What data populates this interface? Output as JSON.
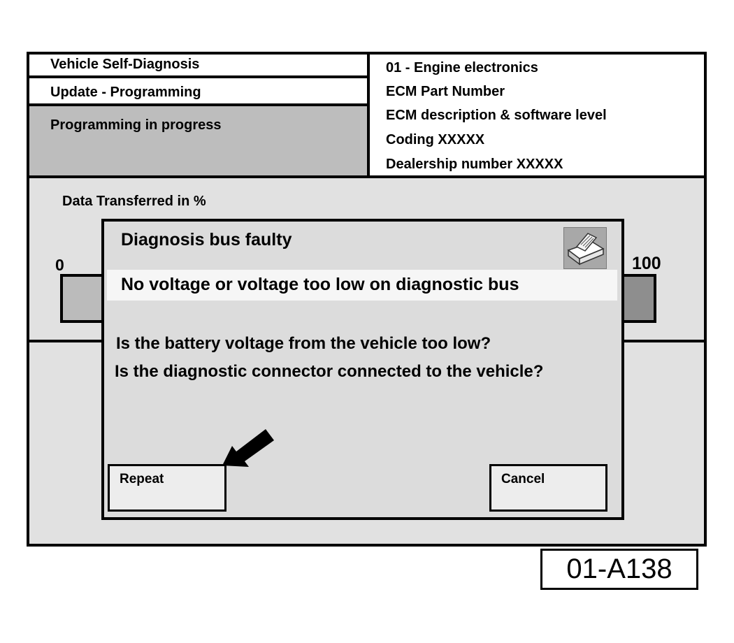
{
  "header": {
    "title": "Vehicle Self-Diagnosis",
    "function": "Update - Programming",
    "status": "Programming in progress",
    "info_lines": [
      "01 - Engine electronics",
      "ECM Part Number",
      "ECM description & software level",
      "Coding XXXXX",
      "Dealership number XXXXX"
    ]
  },
  "progress": {
    "label": "Data Transferred  in %",
    "min_label": "0",
    "max_label": "100"
  },
  "dialog": {
    "title": "Diagnosis bus faulty",
    "message": "No voltage or voltage too low on diagnostic bus",
    "questions": [
      "Is the battery voltage from the vehicle too low?",
      "Is the diagnostic connector connected to the vehicle?"
    ],
    "print_icon": "printer-icon",
    "buttons": {
      "repeat": "Repeat",
      "cancel": "Cancel"
    }
  },
  "annotation": {
    "pointer_icon": "arrow-pointer-icon",
    "figure_id": "01-A138"
  }
}
